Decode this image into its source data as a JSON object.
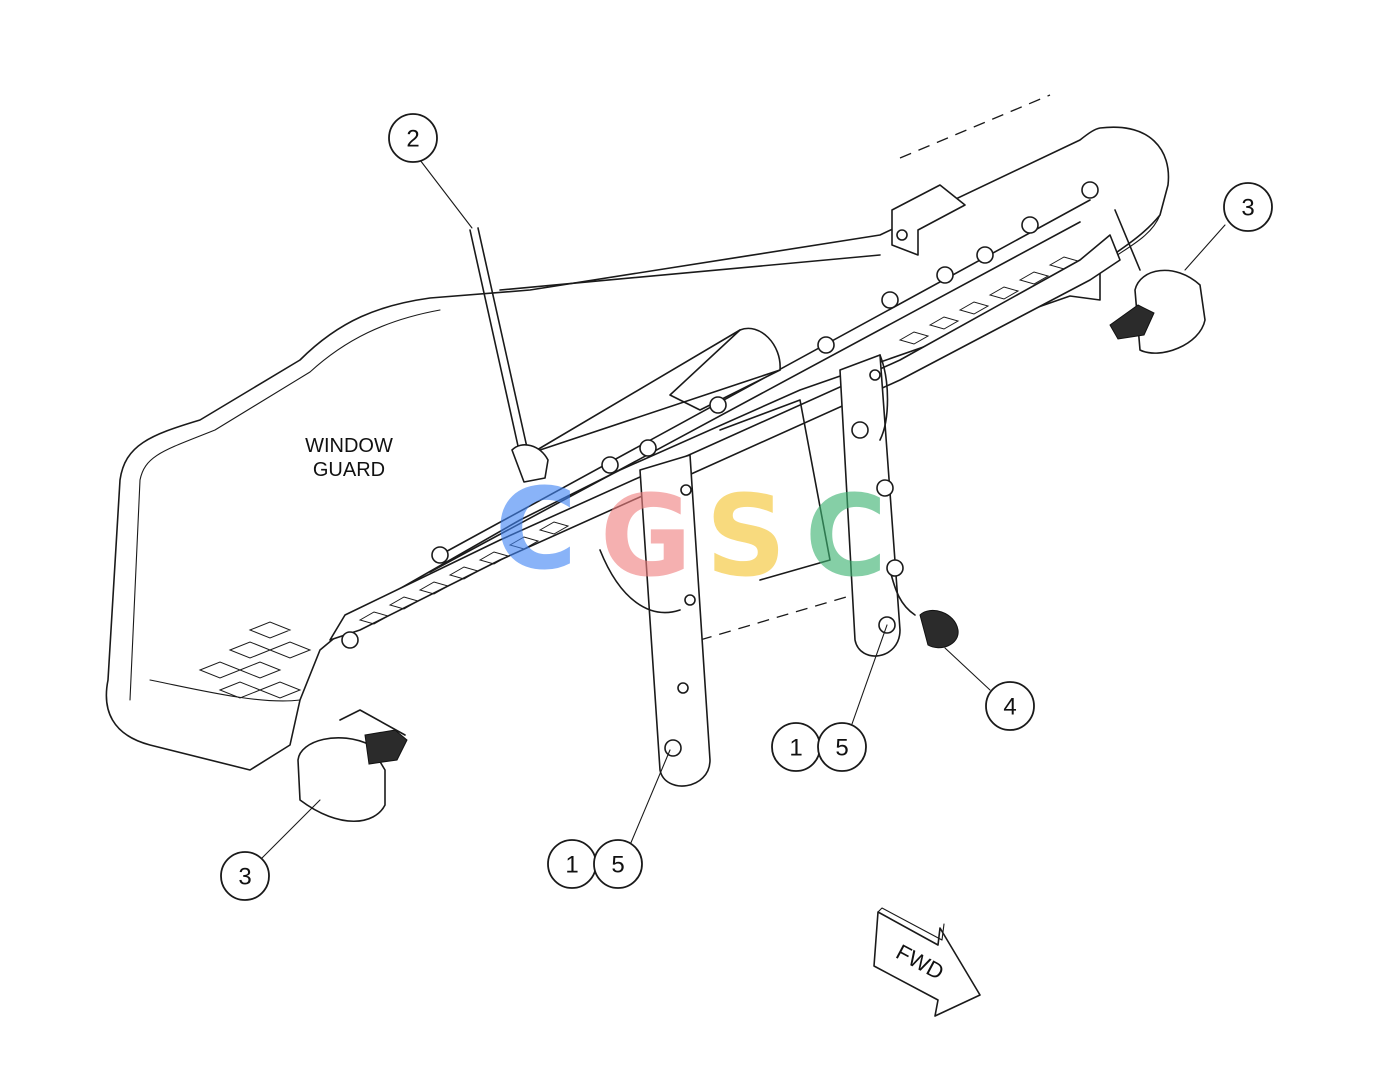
{
  "labels": {
    "window_guard_line1": "WINDOW",
    "window_guard_line2": "GUARD",
    "fwd": "FWD"
  },
  "callouts": [
    "2",
    "3",
    "3",
    "4",
    "1",
    "5",
    "1",
    "5"
  ],
  "watermark": {
    "letters": [
      "C",
      "G",
      "S",
      "C"
    ],
    "colors": [
      "#4285F4",
      "#F08080",
      "#F4C430",
      "#3CB371"
    ]
  }
}
